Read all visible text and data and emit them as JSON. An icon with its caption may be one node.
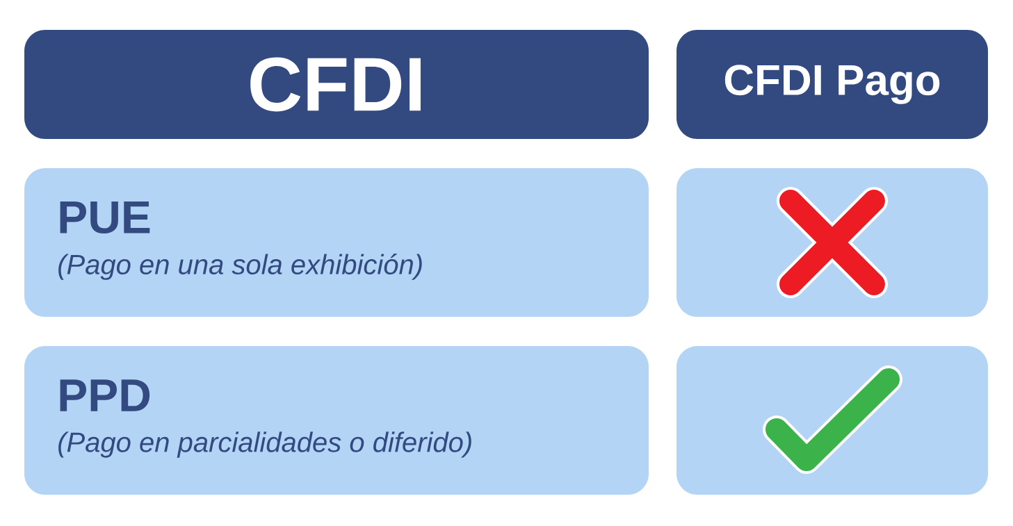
{
  "diagram": {
    "nodes": [
      {
        "text": [
          "CFDI"
        ]
      },
      {
        "text": [
          "CFDI Pago"
        ]
      },
      {
        "text": [
          "PUE",
          "(Pago en una sola exhibición)"
        ]
      },
      {
        "text": [],
        "shape": "box"
      },
      {
        "text": [
          "PPD",
          "(Pago en parcialidades o diferido)"
        ]
      },
      {
        "text": [],
        "shape": "box"
      }
    ]
  }
}
